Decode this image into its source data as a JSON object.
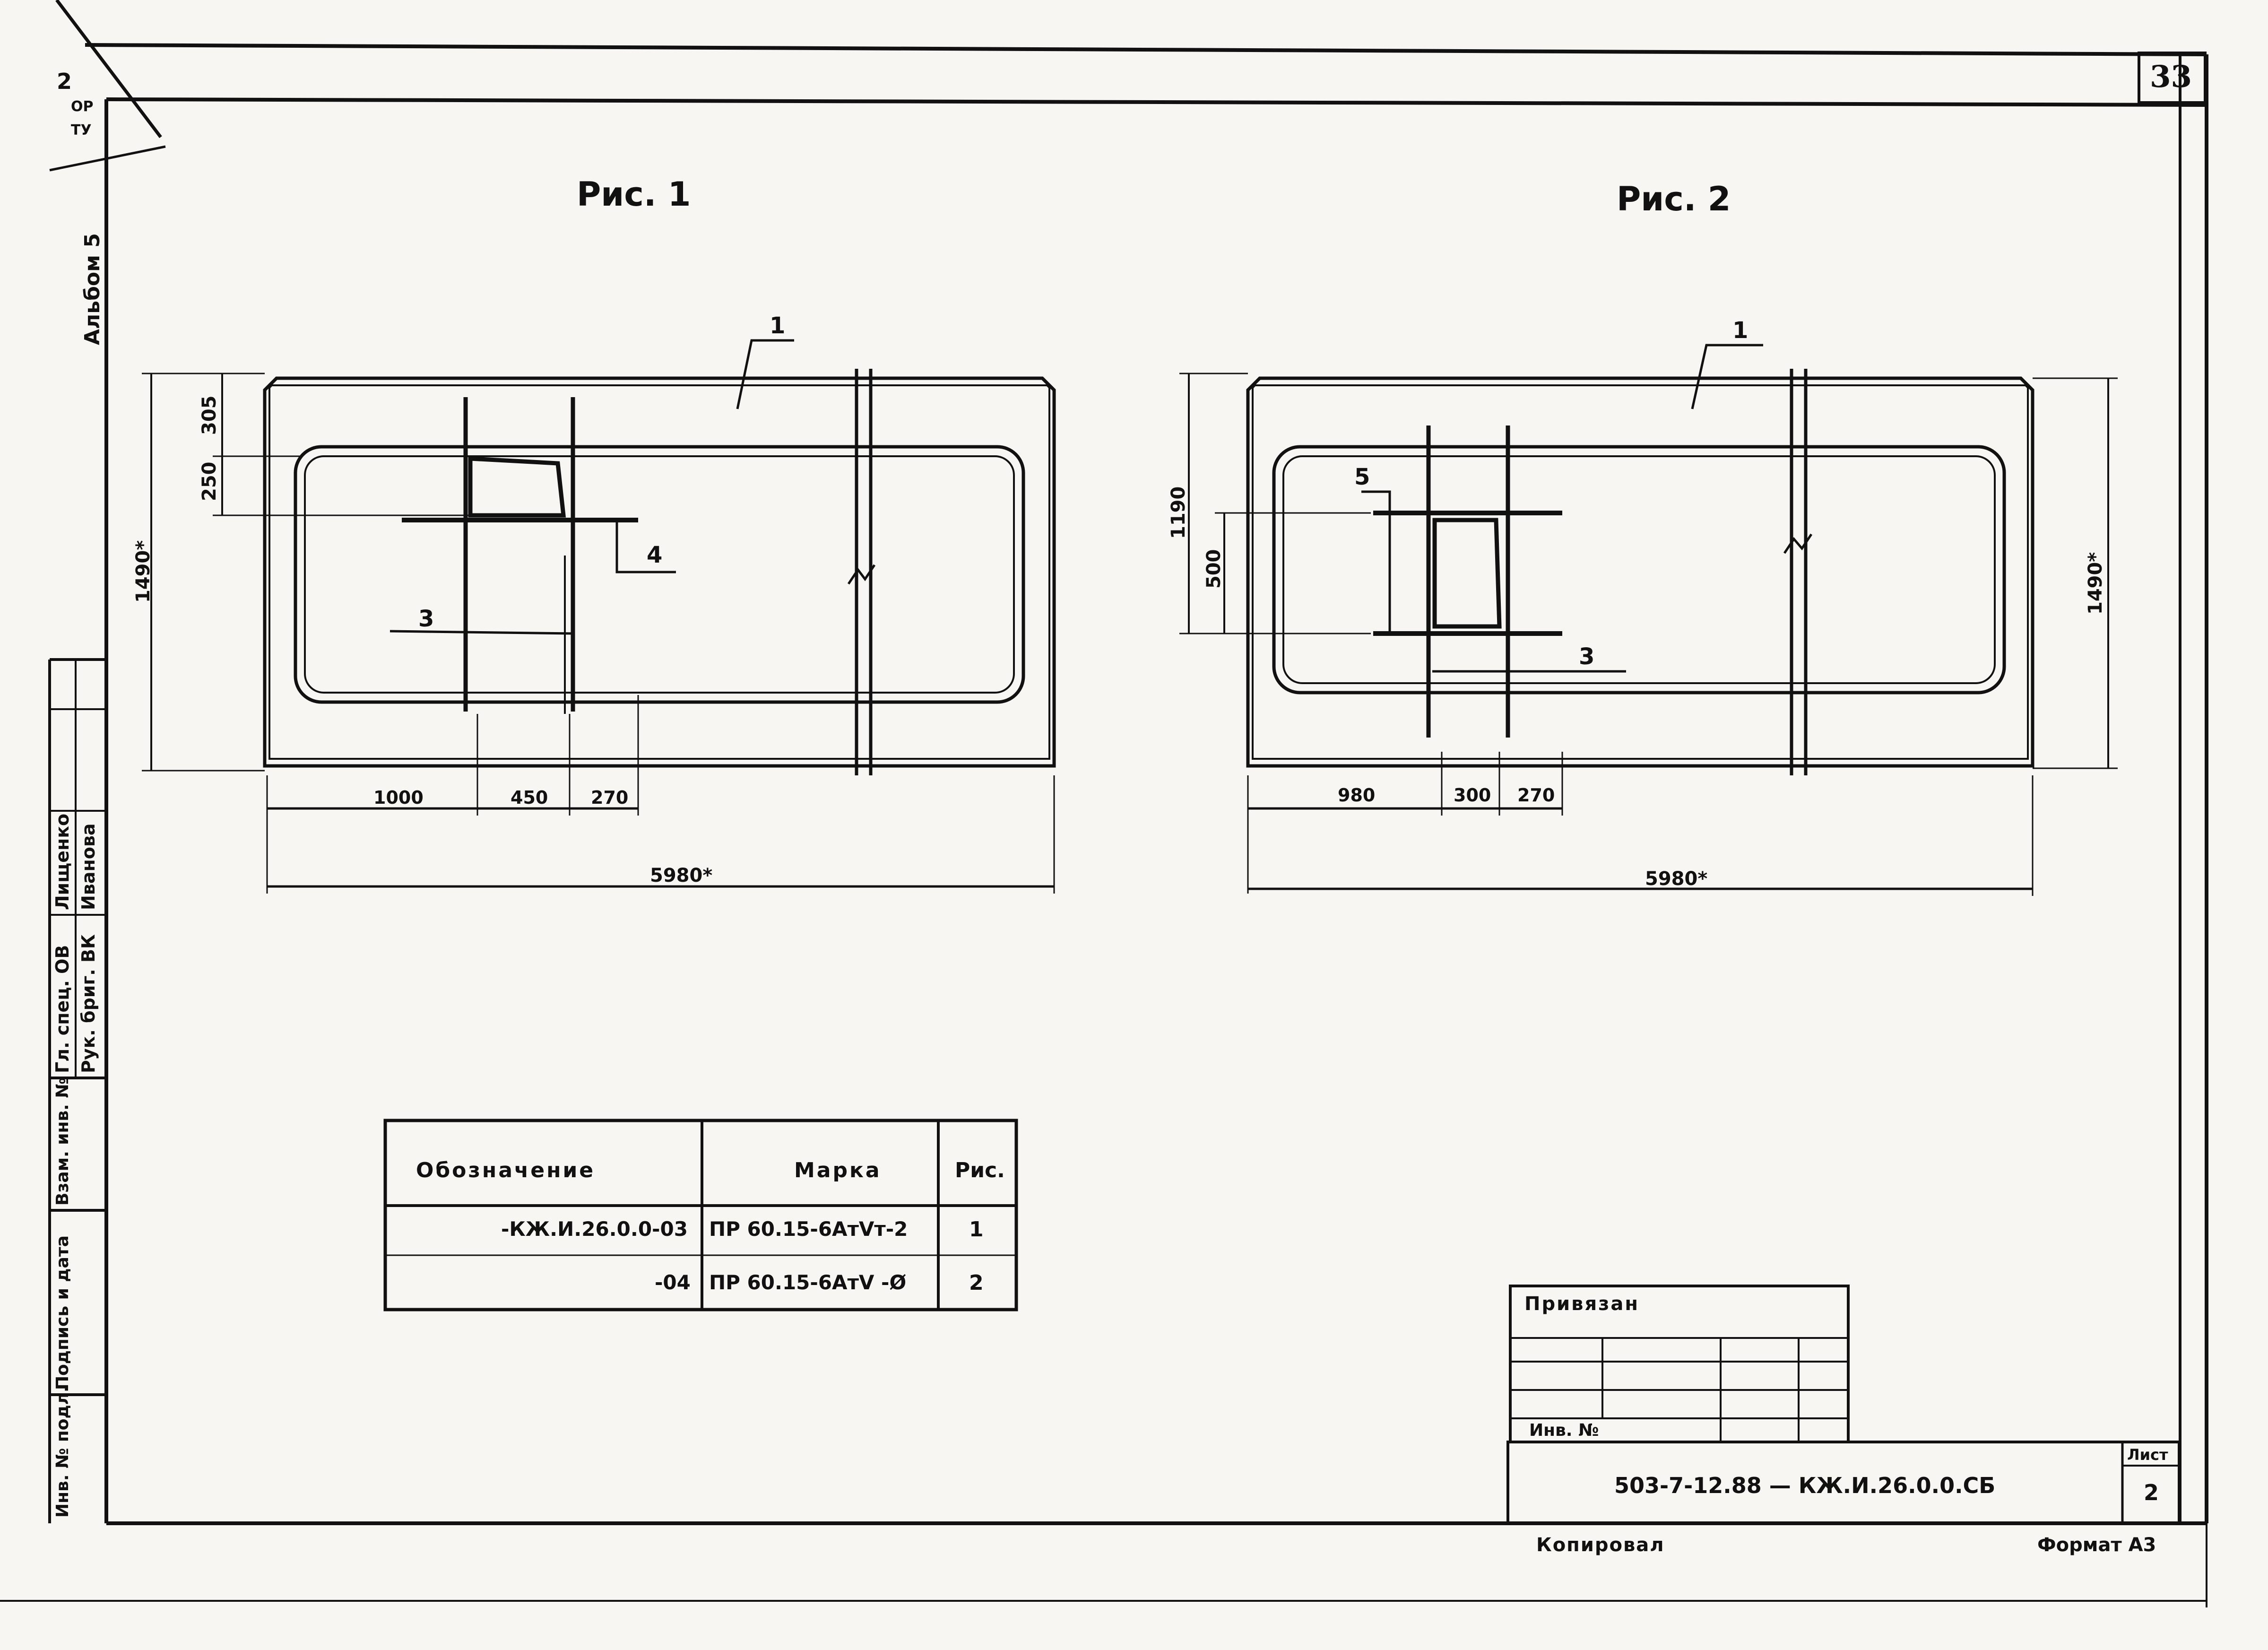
{
  "page_number": "33",
  "album_label": "Альбом 5",
  "corner_stamp": [
    "2",
    "ОР",
    "ТУ"
  ],
  "figures": [
    {
      "title": "Рис. 1",
      "callouts": [
        "1",
        "3",
        "4"
      ],
      "dims": {
        "overall_width": "5980*",
        "overall_height": "1490*",
        "top_offset": "305",
        "opening_height": "250",
        "d1": "1000",
        "d2": "450",
        "d3": "270"
      }
    },
    {
      "title": "Рис. 2",
      "callouts": [
        "1",
        "5",
        "3"
      ],
      "dims": {
        "overall_width": "5980*",
        "overall_height": "1490*",
        "left_height": "1190",
        "opening_height": "500",
        "d1": "980",
        "d2": "300",
        "d3": "270"
      }
    }
  ],
  "spec_table": {
    "headers": [
      "Обозначение",
      "Марка",
      "Рис."
    ],
    "rows": [
      [
        "-КЖ.И.26.0.0-03",
        "ПР 60.15-6АтⅤт-2",
        "1"
      ],
      [
        "-04",
        "ПР 60.15-6АтⅤ -Ø",
        "2"
      ]
    ]
  },
  "approval": {
    "title": "Привязан",
    "inv_label": "Инв. №"
  },
  "title_block": {
    "code": "503-7-12.88 — КЖ.И.26.0.0.СБ",
    "sheet_label": "Лист",
    "sheet_number": "2"
  },
  "left_strip": {
    "roles": [
      "Гл. спец. ОВ",
      "Рук. бриг. ВК"
    ],
    "names": [
      "Лищенко",
      "Иванова"
    ],
    "fields": [
      "Взам. инв. №",
      "Подпись и дата",
      "Инв. № подл."
    ]
  },
  "footer": {
    "copied": "Копировал",
    "format": "Формат А3"
  }
}
